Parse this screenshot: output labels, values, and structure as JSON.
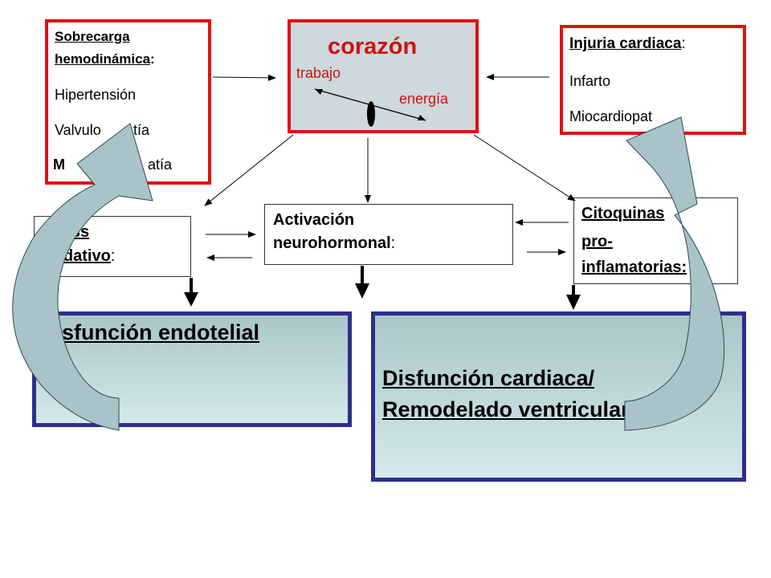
{
  "heart": {
    "title": "corazón",
    "work_label": "trabajo",
    "energy_label": "energía"
  },
  "overload": {
    "heading": "Sobrecarga hemodinámica",
    "heading_line1": "Sobrecarga",
    "heading_line2": "hemodinámica",
    "colon": ":",
    "items": [
      "Hipertensión",
      "Valvulopatía",
      "Miocardiopatía"
    ],
    "visible_items": [
      "Hipertensión",
      "Valvulo",
      "atía",
      "M",
      "atía"
    ]
  },
  "injury": {
    "heading": "Injuria cardiaca",
    "colon": ":",
    "items": [
      "Infarto",
      "Miocardiopatía"
    ],
    "visible_items": [
      "Infarto",
      "Miocardiopat"
    ]
  },
  "stress": {
    "line1": "Stress",
    "line2": "oxidativo",
    "colon": ":"
  },
  "neuro": {
    "line1": "Activación",
    "line2": "neurohormonal",
    "colon": ":"
  },
  "cytokines": {
    "line1": "Citoquinas",
    "line2": "pro-",
    "line3": "inflamatorias:"
  },
  "endothelial": {
    "label": "Disfunción endotelial"
  },
  "cardiac": {
    "line1": "Disfunción cardiaca/",
    "line2": "Remodelado ventricular"
  },
  "colors": {
    "red_border": "#e01010",
    "navy_border": "#2e2e8c",
    "heart_text": "#d01010",
    "box_gradient_top": "#a9c6c8",
    "box_gradient_bottom": "#d4e9ea",
    "curved_arrow_fill": "#a9c4c8"
  }
}
